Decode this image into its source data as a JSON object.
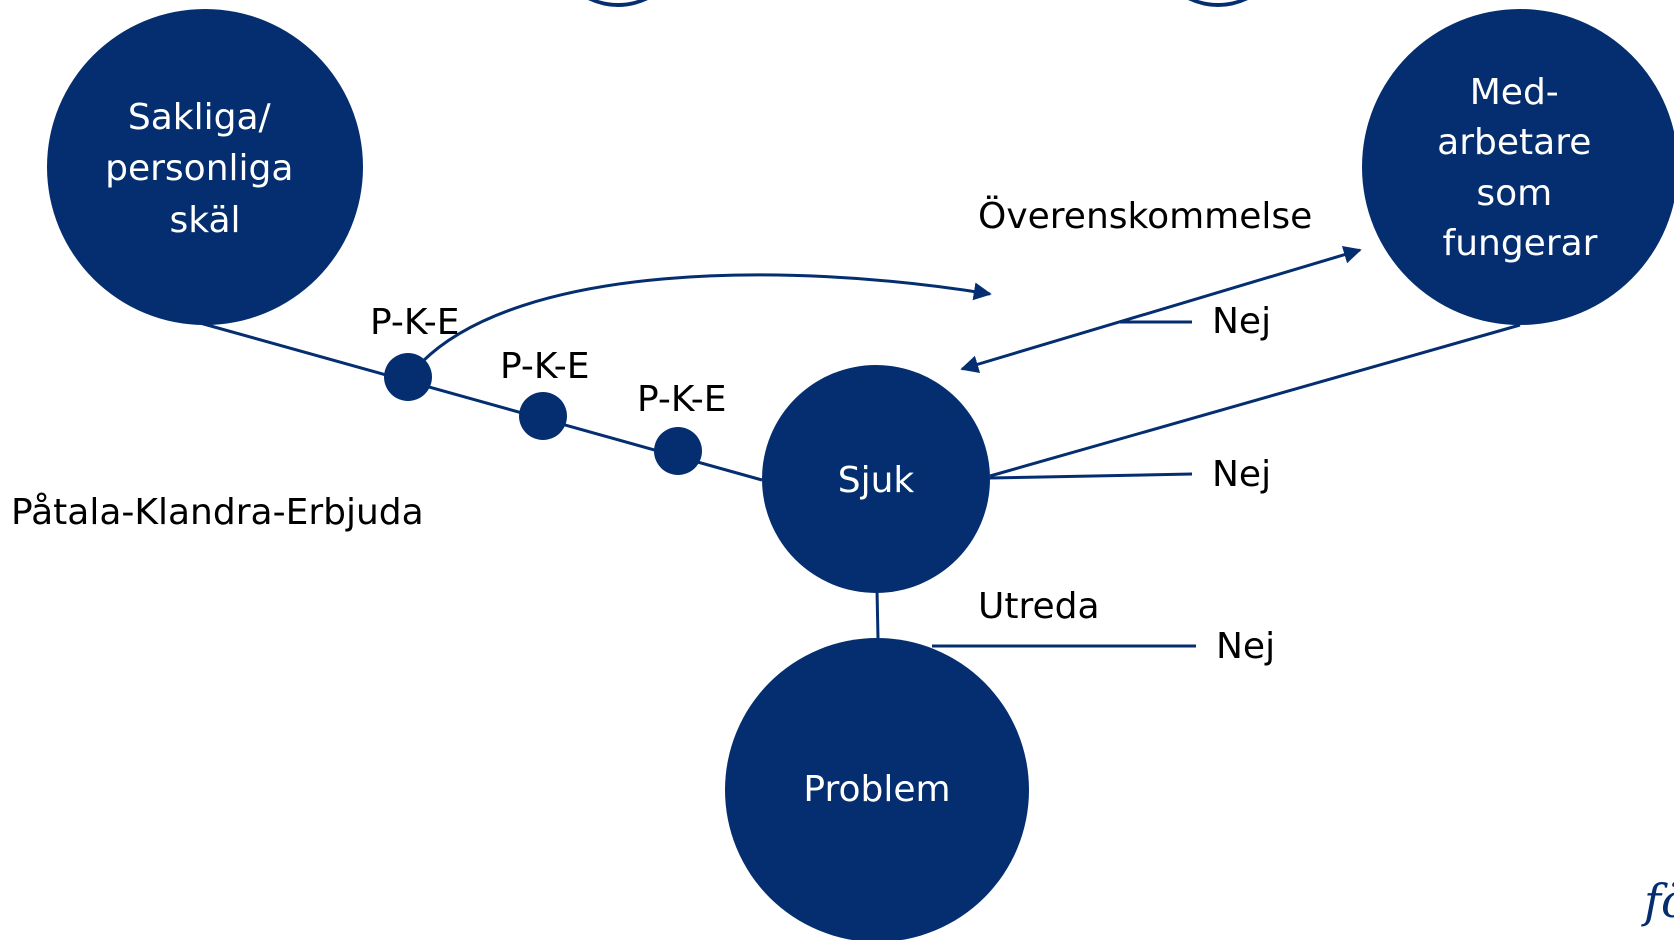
{
  "colors": {
    "node_fill": "#042e6f",
    "node_text": "#ffffff",
    "line": "#042e6f",
    "label": "#000000"
  },
  "nodes": {
    "reasons": [
      "Sakliga/",
      "personliga",
      "skäl"
    ],
    "employee": [
      "Med-",
      "arbetare",
      "som",
      "fungerar"
    ],
    "sick": [
      "Sjuk"
    ],
    "problem": [
      "Problem"
    ]
  },
  "labels": {
    "pke_1": "P-K-E",
    "pke_2": "P-K-E",
    "pke_3": "P-K-E",
    "legend": "Påtala-Klandra-Erbjuda",
    "agreement": "Överenskommelse",
    "no_1": "Nej",
    "no_2": "Nej",
    "no_3": "Nej",
    "investigate": "Utreda"
  },
  "logo_fragment": "fö"
}
